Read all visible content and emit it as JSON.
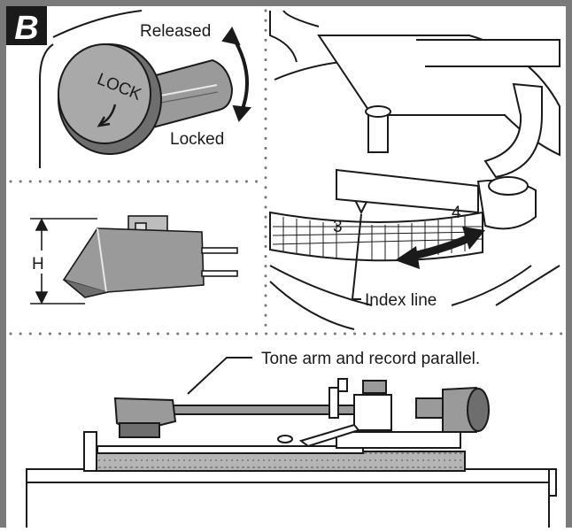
{
  "section_badge": "B",
  "lock_panel": {
    "knob_text": "LOCK",
    "released_label": "Released",
    "locked_label": "Locked"
  },
  "cartridge_panel": {
    "height_label": "H"
  },
  "scale_panel": {
    "tick_3": "3",
    "tick_4": "4",
    "index_label": "Index line"
  },
  "turntable_panel": {
    "parallel_label": "Tone arm and record parallel."
  },
  "colors": {
    "border": "#7a7a7a",
    "ink": "#1a1a1a",
    "fill_gray": "#9a9a9a",
    "fill_dark": "#6e6e6e",
    "dot": "#7a7a7a"
  }
}
